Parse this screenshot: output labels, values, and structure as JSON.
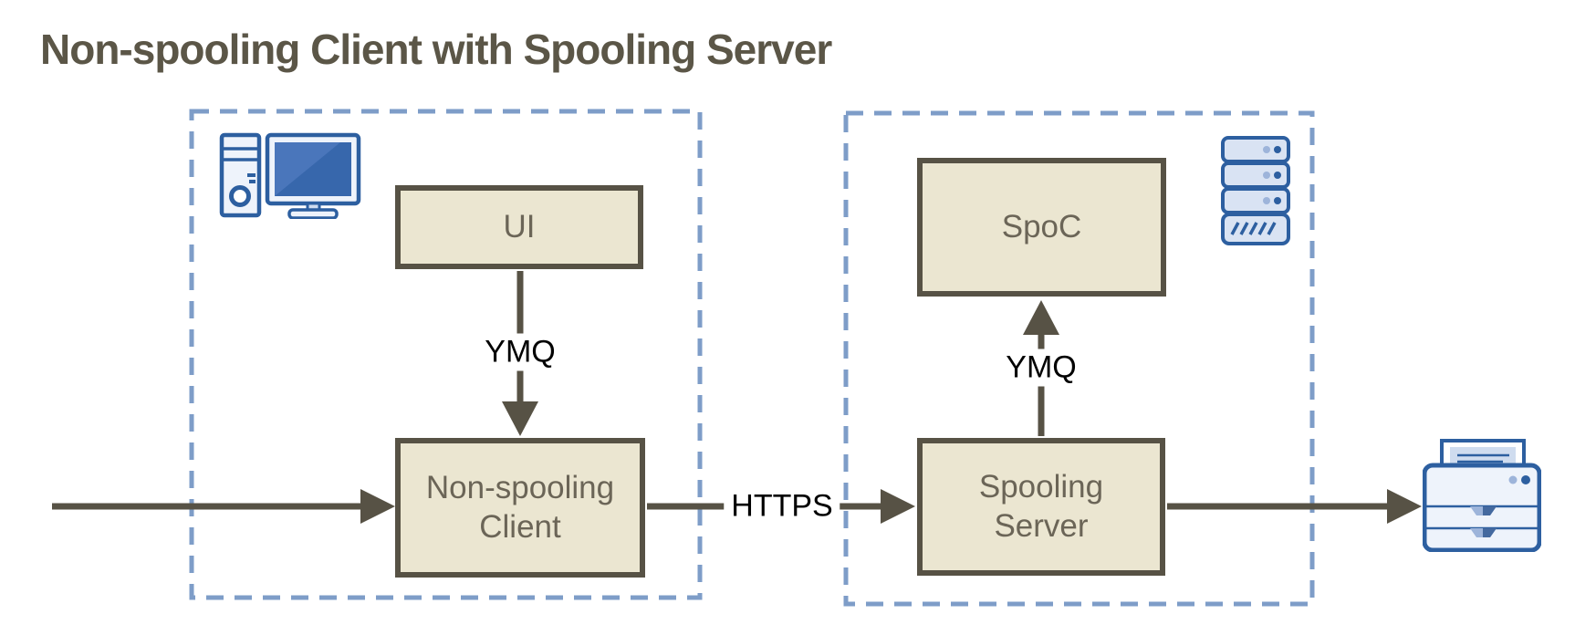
{
  "title": "Non-spooling Client with Spooling Server",
  "client_group": {
    "computer_icon": "desktop-computer-icon",
    "nodes": {
      "ui": {
        "label": "UI"
      },
      "client": {
        "label": "Non-spooling Client"
      }
    }
  },
  "server_group": {
    "server_icon": "server-rack-icon",
    "nodes": {
      "spoc": {
        "label": "SpoC"
      },
      "server": {
        "label": "Spooling Server"
      }
    }
  },
  "edges": {
    "ymq_client": {
      "label": "YMQ"
    },
    "https": {
      "label": "HTTPS"
    },
    "ymq_server": {
      "label": "YMQ"
    }
  },
  "printer_icon": "printer-icon",
  "colors": {
    "background": "#ffffff",
    "title_text": "#5b5647",
    "node_fill": "#ebe6d1",
    "node_border": "#575245",
    "node_text": "#6b6557",
    "edge": "#575245",
    "edge_label_text": "#000000",
    "group_border": "#7e9dc8",
    "icon_stroke": "#2d5fa0",
    "icon_fill_light": "#eef3fb",
    "icon_fill_mid": "#d9e3f3",
    "icon_screen": "#3767ac"
  }
}
